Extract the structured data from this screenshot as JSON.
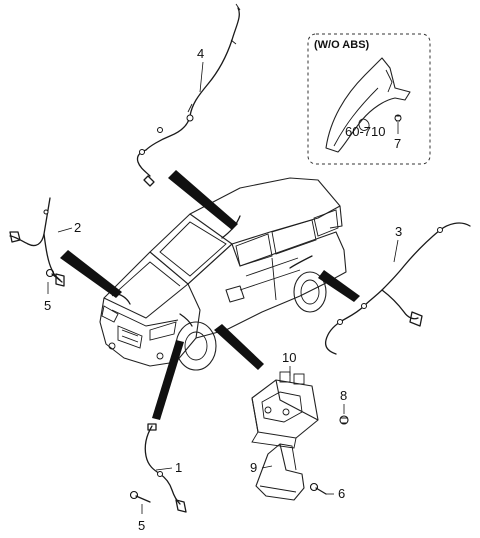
{
  "inset": {
    "title": "(W/O ABS)",
    "ref_label": "60-710"
  },
  "callouts": {
    "c1": "1",
    "c2": "2",
    "c3": "3",
    "c4": "4",
    "c5a": "5",
    "c5b": "5",
    "c6": "6",
    "c7": "7",
    "c8": "8",
    "c9": "9",
    "c10": "10"
  }
}
